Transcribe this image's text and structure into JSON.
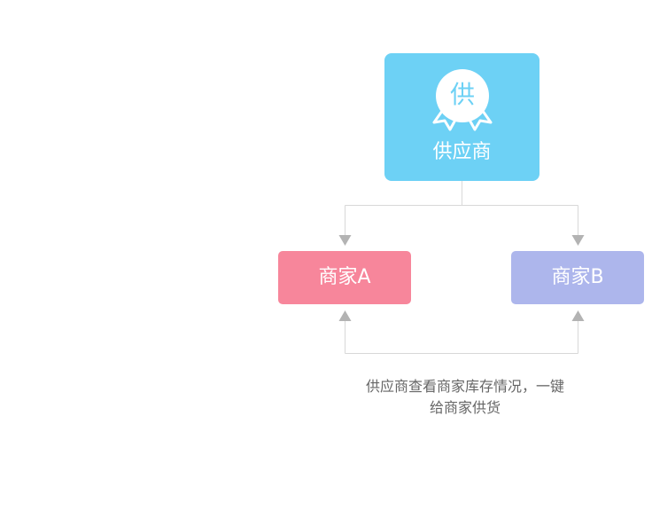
{
  "supplier": {
    "badge_char": "供",
    "label": "供应商"
  },
  "merchants": {
    "a_label": "商家A",
    "b_label": "商家B"
  },
  "caption": {
    "line1": "供应商查看商家库存情况，一键",
    "line2": "给商家供货"
  },
  "colors": {
    "supplier": "#6dd1f5",
    "merchant_a": "#f7869b",
    "merchant_b": "#adb6ec",
    "connector": "#d8d8d8",
    "arrow": "#b3b3b3",
    "caption": "#666666"
  },
  "icons": {
    "badge": "award-ribbon-icon"
  }
}
